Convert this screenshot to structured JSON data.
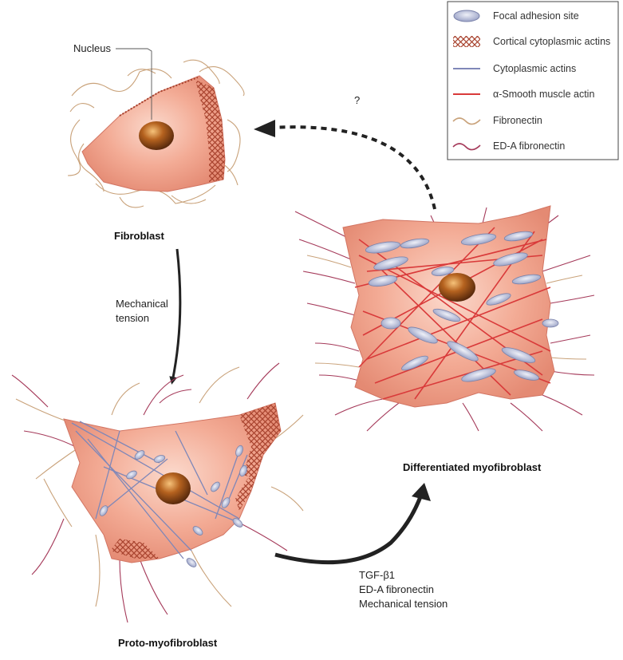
{
  "legend": {
    "items": [
      {
        "label": "Focal adhesion site",
        "icon": "focal-adhesion-icon"
      },
      {
        "label": "Cortical cytoplasmic actins",
        "icon": "cortical-actin-icon"
      },
      {
        "label": "Cytoplasmic actins",
        "icon": "cytoplasmic-actin-icon",
        "color": "#7f87b8"
      },
      {
        "label": "α-Smooth muscle actin",
        "icon": "smooth-muscle-actin-icon",
        "color": "#d93a3a"
      },
      {
        "label": "Fibronectin",
        "icon": "fibronectin-icon",
        "color": "#c9a27a"
      },
      {
        "label": "ED-A fibronectin",
        "icon": "ed-a-fibronectin-icon",
        "color": "#a53a5a"
      }
    ]
  },
  "labels": {
    "nucleus": "Nucleus",
    "fibroblast": "Fibroblast",
    "proto_myofibroblast": "Proto-myofibroblast",
    "differentiated_myofibroblast": "Differentiated myofibroblast",
    "question": "?",
    "arrow1": [
      "Mechanical",
      "tension"
    ],
    "arrow2": [
      "TGF-β1",
      "ED-A fibronectin",
      "Mechanical tension"
    ]
  },
  "colors": {
    "cell_fill": "#f0a08c",
    "cell_edge": "#d27563",
    "nucleus": "#9a4a1c",
    "cortical_actin": "#a8432e",
    "cytoplasmic_actin": "#7f87b8",
    "smooth_muscle_actin": "#d93a3a",
    "fibronectin": "#c9a27a",
    "ed_a_fibronectin": "#a53a5a",
    "focal_adhesion": "#b9bfd8",
    "arrow": "#222222"
  }
}
